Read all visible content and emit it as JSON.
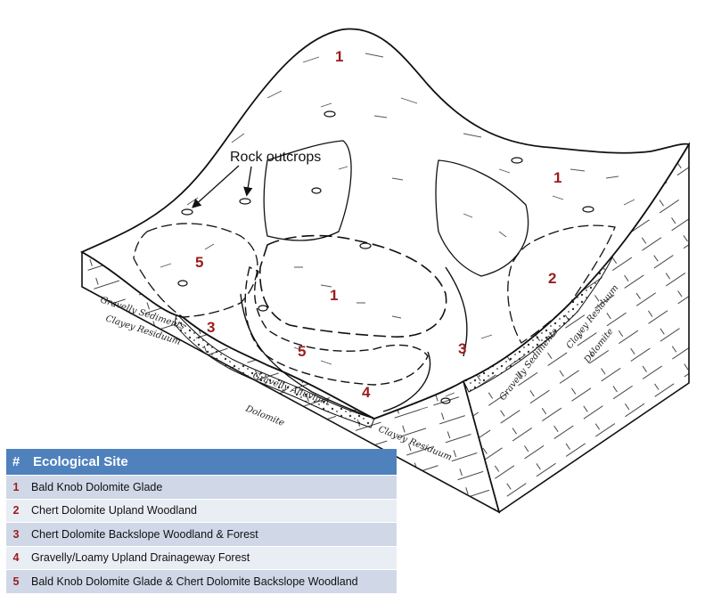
{
  "diagram": {
    "callout_label": "Rock outcrops",
    "site_numbers": [
      "1",
      "1",
      "1",
      "2",
      "3",
      "3",
      "4",
      "5",
      "5"
    ],
    "soil_labels": {
      "gravelly_sediments_left": "Gravelly Sediments",
      "clayey_residuum_left": "Clayey Residuum",
      "gravelly_alluvium": "Gravelly Alluvium",
      "dolomite_front": "Dolomite",
      "clayey_residuum_front": "Clayey Residuum",
      "gravelly_sediments_right": "Gravelly Sediments",
      "clayey_residuum_right": "Clayey Residuum",
      "dolomite_right": "Dolomite"
    },
    "number_color": "#9b1c1c"
  },
  "legend": {
    "header_num": "#",
    "header_site": "Ecological Site",
    "header_color": "#4f81bd",
    "rows": [
      {
        "num": "1",
        "site": "Bald Knob Dolomite Glade"
      },
      {
        "num": "2",
        "site": "Chert Dolomite Upland Woodland"
      },
      {
        "num": "3",
        "site": "Chert Dolomite Backslope Woodland  & Forest"
      },
      {
        "num": "4",
        "site": "Gravelly/Loamy Upland Drainageway Forest"
      },
      {
        "num": "5",
        "site": "Bald Knob Dolomite Glade & Chert Dolomite Backslope Woodland"
      }
    ]
  }
}
